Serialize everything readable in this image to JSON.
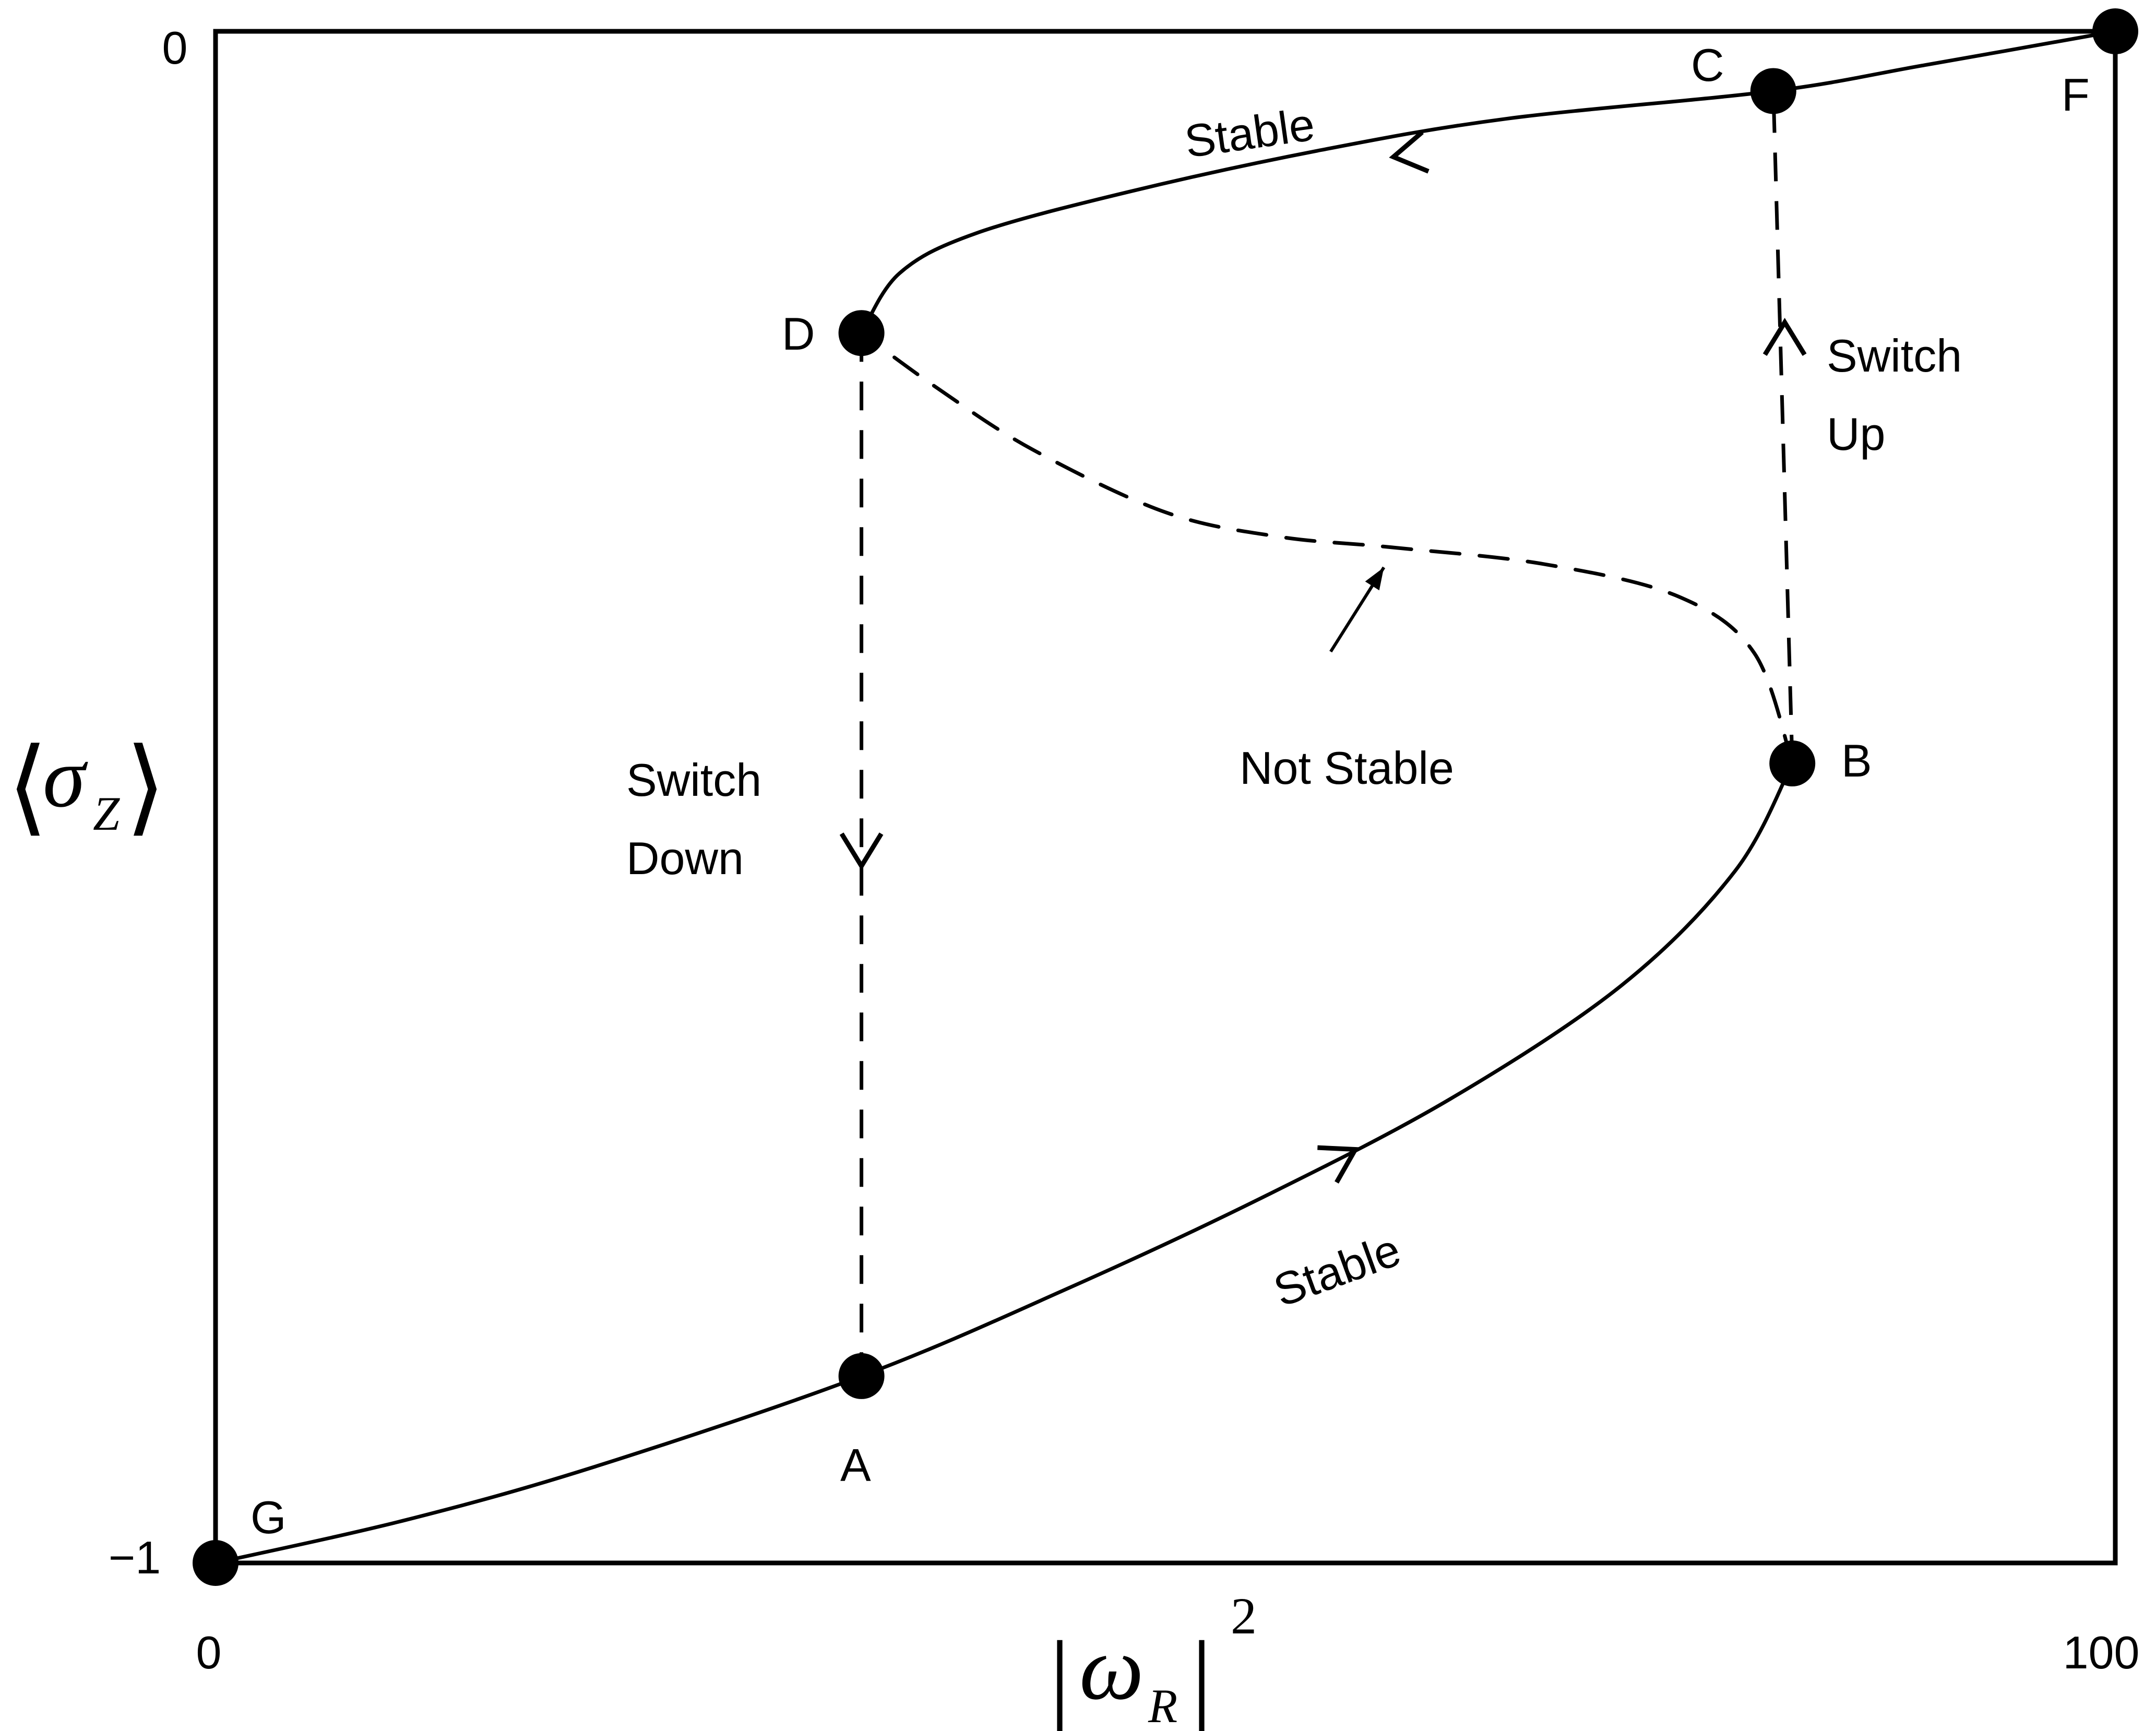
{
  "chart_data": {
    "type": "line",
    "title": "",
    "xlabel": {
      "bar": "|",
      "symbol": "ω",
      "subscript": "R",
      "superscript": "2"
    },
    "ylabel": {
      "open": "⟨",
      "symbol": "σ",
      "subscript": "Z",
      "close": "⟩"
    },
    "xlim": [
      0,
      100
    ],
    "ylim": [
      -1,
      0
    ],
    "x_ticks": [
      {
        "value": 0,
        "label": "0"
      },
      {
        "value": 100,
        "label": "100"
      }
    ],
    "y_ticks": [
      {
        "value": 0,
        "label": "0"
      },
      {
        "value": -1,
        "label": "−1"
      }
    ],
    "grid": false,
    "points": [
      {
        "name": "G",
        "x": 0,
        "y": -1.0
      },
      {
        "name": "A",
        "x": 34,
        "y": -0.878
      },
      {
        "name": "B",
        "x": 83,
        "y": -0.478
      },
      {
        "name": "D",
        "x": 34,
        "y": -0.197
      },
      {
        "name": "C",
        "x": 82,
        "y": -0.039
      },
      {
        "name": "F",
        "x": 100,
        "y": 0.0
      }
    ],
    "series": [
      {
        "style": "solid",
        "x": [
          0,
          10,
          20,
          34,
          45,
          55,
          65,
          74,
          80,
          83
        ],
        "y": [
          -1.0,
          -0.972,
          -0.937,
          -0.878,
          -0.82,
          -0.762,
          -0.697,
          -0.623,
          -0.548,
          -0.478
        ]
      },
      {
        "style": "dashed",
        "x": [
          83,
          81,
          77,
          70,
          62,
          56,
          50,
          43,
          38,
          34
        ],
        "y": [
          -0.478,
          -0.406,
          -0.369,
          -0.348,
          -0.337,
          -0.33,
          -0.314,
          -0.273,
          -0.233,
          -0.197
        ]
      },
      {
        "style": "solid",
        "x": [
          34,
          36,
          40,
          48,
          58,
          68,
          82,
          90,
          100
        ],
        "y": [
          -0.197,
          -0.158,
          -0.132,
          -0.105,
          -0.078,
          -0.057,
          -0.039,
          -0.022,
          0.0
        ]
      }
    ],
    "transitions": [
      {
        "from": "D",
        "to": "A",
        "label": [
          "Switch",
          "Down"
        ]
      },
      {
        "from": "B",
        "to": "C",
        "label": [
          "Switch",
          "Up"
        ]
      }
    ],
    "annotations": [
      {
        "text": "Stable",
        "branch": "upper"
      },
      {
        "text": "Stable",
        "branch": "lower"
      },
      {
        "text": "Not Stable",
        "branch": "middle"
      }
    ]
  }
}
